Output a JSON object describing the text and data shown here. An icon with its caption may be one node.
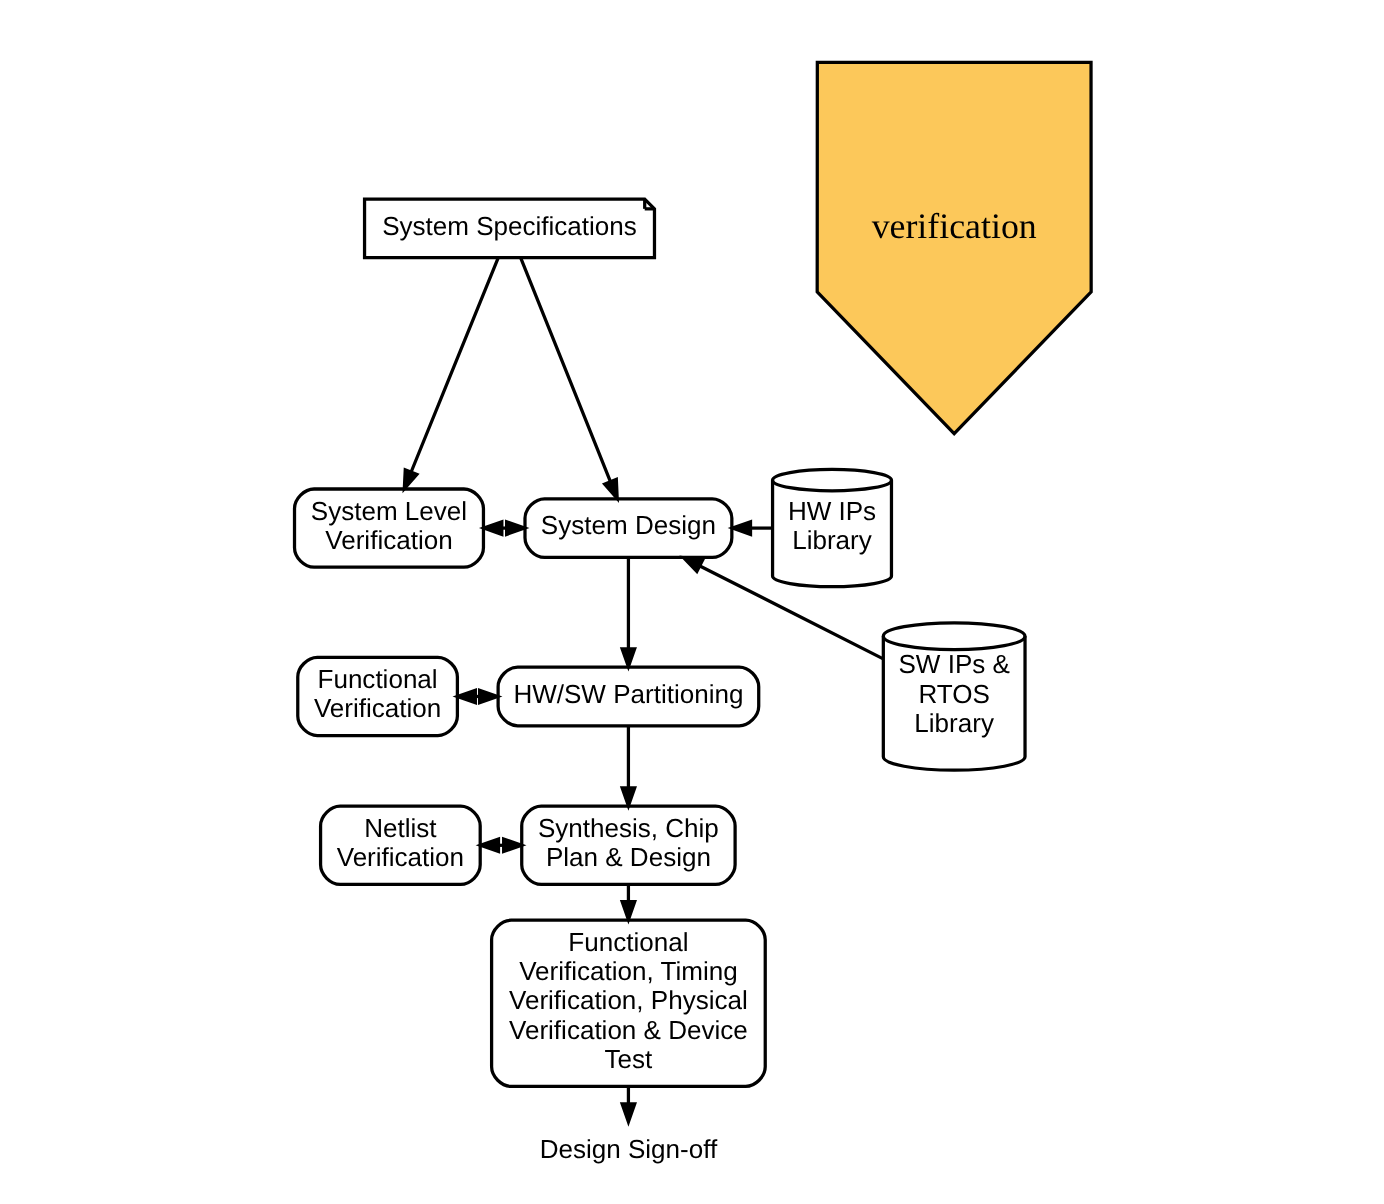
{
  "diagram": {
    "nodes": [
      {
        "text": [
          "System Specifications"
        ]
      },
      {
        "text": [
          "System Level Verification"
        ]
      },
      {
        "text": [
          "System Design"
        ]
      },
      {
        "text": [
          "HW IPs Library"
        ]
      },
      {
        "text": [
          "SW IPs & RTOS Library"
        ]
      },
      {
        "text": [
          "Functional Verification"
        ]
      },
      {
        "text": [
          "HW/SW Partitioning"
        ]
      },
      {
        "text": [
          "Netlist Verification"
        ]
      },
      {
        "text": [
          "Synthesis, Chip Plan & Design"
        ]
      },
      {
        "text": [
          "Functional Verification, Timing Verification, Physical Verification & Device Test"
        ]
      },
      {
        "text": [
          "Design Sign-off"
        ]
      },
      {
        "text": [
          "verification"
        ]
      }
    ],
    "edges": [
      {
        "from": 0,
        "to": 1,
        "arrow": "to"
      },
      {
        "from": 0,
        "to": 2,
        "arrow": "to"
      },
      {
        "from": 1,
        "to": 2,
        "arrow": "both"
      },
      {
        "from": 3,
        "to": 2,
        "arrow": "to"
      },
      {
        "from": 4,
        "to": 2,
        "arrow": "to"
      },
      {
        "from": 2,
        "to": 6,
        "arrow": "to"
      },
      {
        "from": 5,
        "to": 6,
        "arrow": "both"
      },
      {
        "from": 6,
        "to": 8,
        "arrow": "to"
      },
      {
        "from": 7,
        "to": 8,
        "arrow": "both"
      },
      {
        "from": 8,
        "to": 9,
        "arrow": "to"
      },
      {
        "from": 9,
        "to": 10,
        "arrow": "to"
      }
    ]
  }
}
